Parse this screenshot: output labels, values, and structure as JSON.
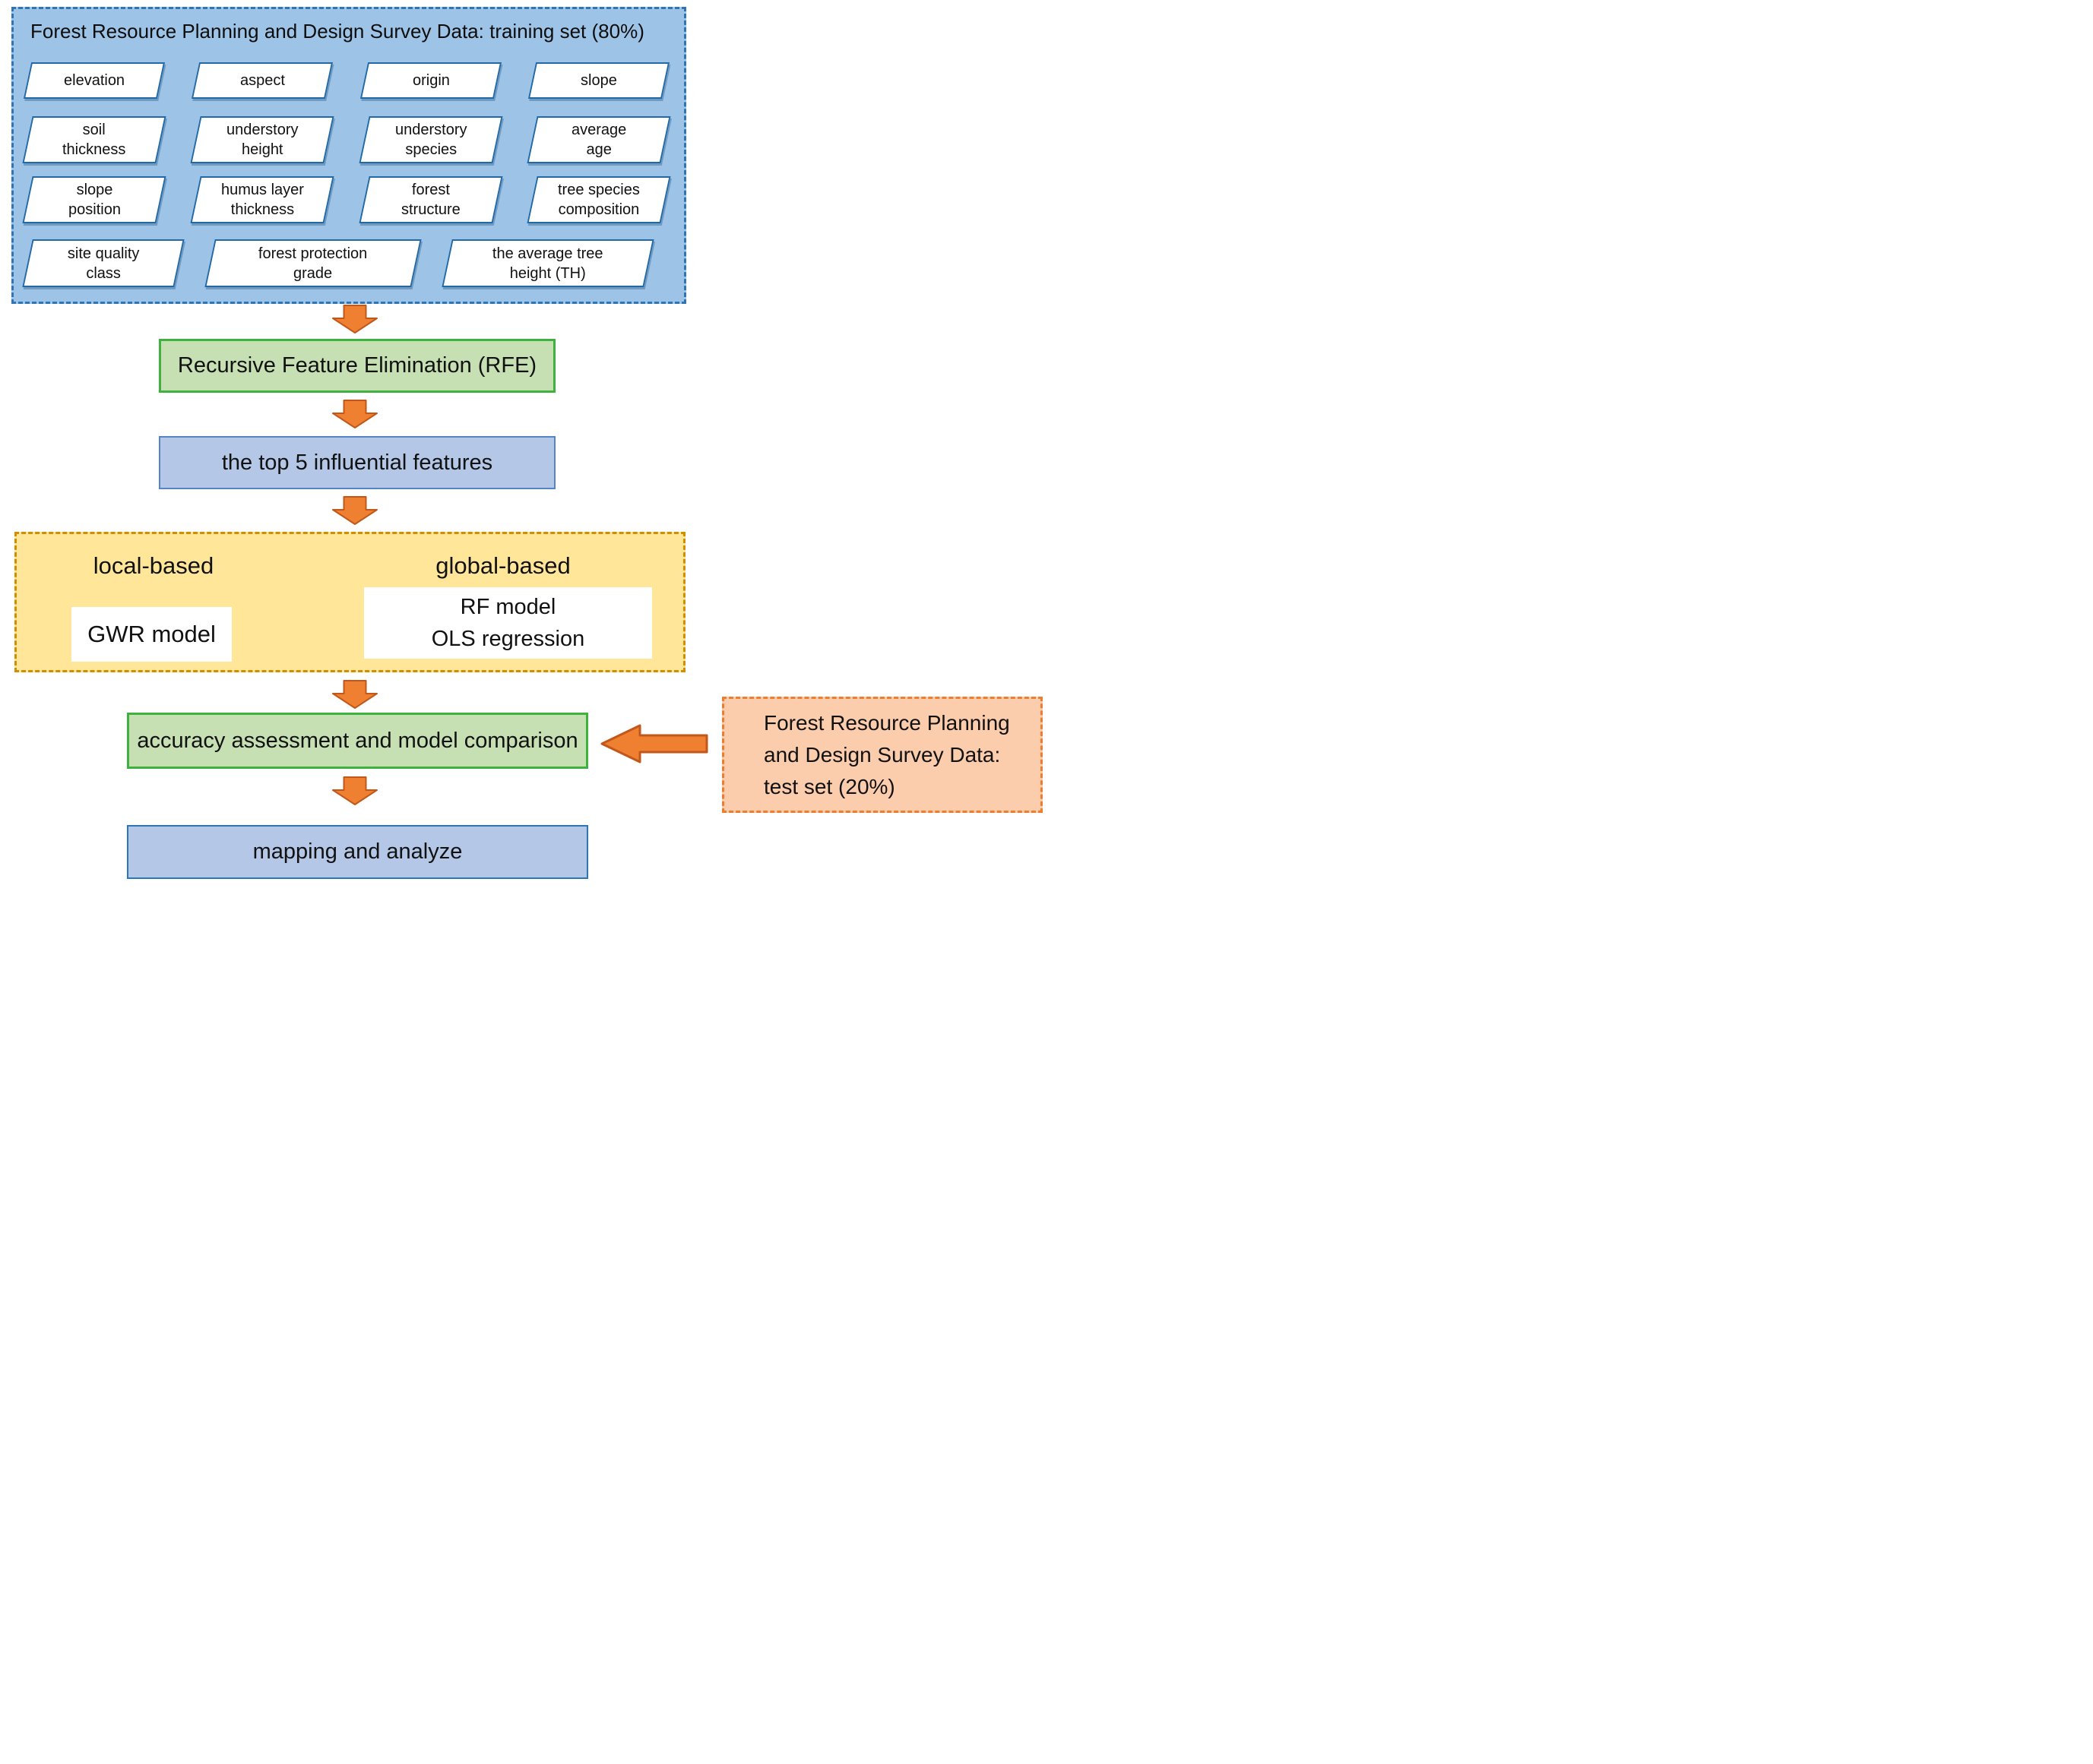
{
  "figure": {
    "training": {
      "title": "Forest Resource Planning and Design Survey Data: training set (80%)",
      "rows": [
        {
          "items": [
            "elevation",
            "aspect",
            "origin",
            "slope"
          ]
        },
        {
          "items": [
            "soil\nthickness",
            "understory\nheight",
            "understory\nspecies",
            "average\nage"
          ]
        },
        {
          "items": [
            "slope\nposition",
            "humus layer\nthickness",
            "forest\nstructure",
            "tree species\ncomposition"
          ]
        },
        {
          "items": [
            "site quality\nclass",
            "forest protection\ngrade",
            "the average tree\nheight (TH)"
          ]
        }
      ]
    },
    "rfe_label": "Recursive Feature Elimination (RFE)",
    "top_features_label": "the top 5 influential features",
    "models": {
      "local_label": "local-based",
      "global_label": "global-based",
      "gwr_label": "GWR model",
      "global_lines": [
        "RF model",
        "OLS regression"
      ]
    },
    "accuracy_label": "accuracy assessment and model comparison",
    "mapping_label": "mapping and analyze",
    "test": {
      "lines": [
        "Forest Resource Planning",
        "and Design Survey Data:",
        "test set (20%)"
      ]
    },
    "colors": {
      "training_fill": "#9DC3E6",
      "training_border": "#2E75B6",
      "parallelogram_fill": "#FFFFFF",
      "parallelogram_border": "#2269A8",
      "green_fill": "#C6E0B4",
      "green_border": "#3FB13F",
      "blue_fill": "#B4C7E7",
      "blue_border": "#2E75B6",
      "yellow_fill": "#FFE699",
      "yellow_border": "#D28E00",
      "test_fill": "#FBCDAD",
      "test_border": "#ED7D31",
      "arrow_fill": "#EF8031",
      "arrow_stroke": "#C2571A"
    }
  }
}
